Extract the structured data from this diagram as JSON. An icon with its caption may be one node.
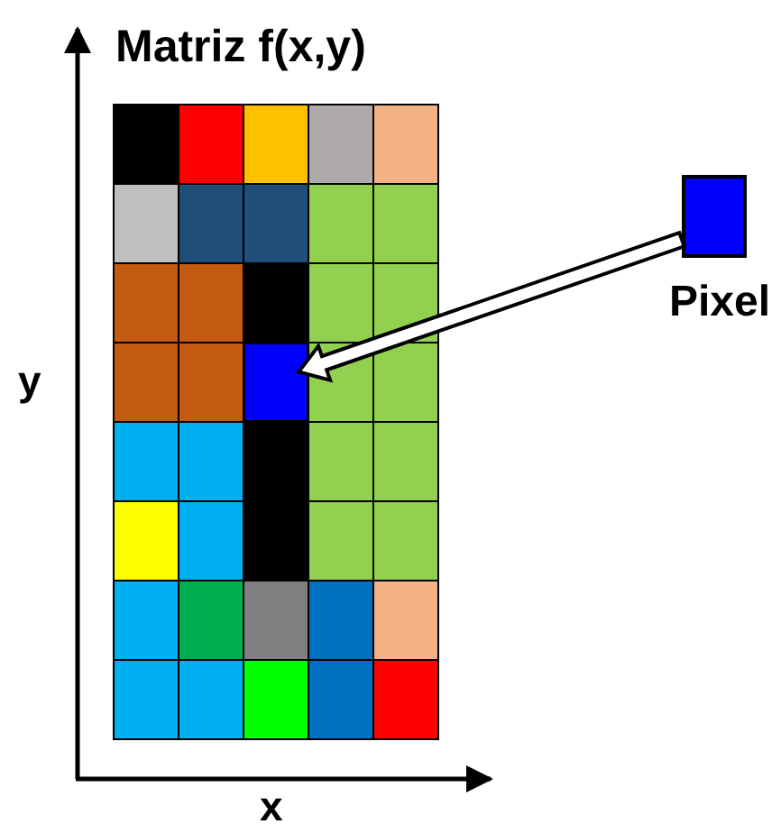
{
  "diagram": {
    "title": "Matriz f(x,y)",
    "nodes": [
      {
        "text": [
          "Pixel"
        ]
      },
      {
        "text": [],
        "shape": "box"
      }
    ],
    "edges": [
      {
        "from": 0,
        "to": 1,
        "arrow": "to",
        "style": "thick"
      }
    ],
    "labels": [
      "y",
      "x"
    ]
  }
}
